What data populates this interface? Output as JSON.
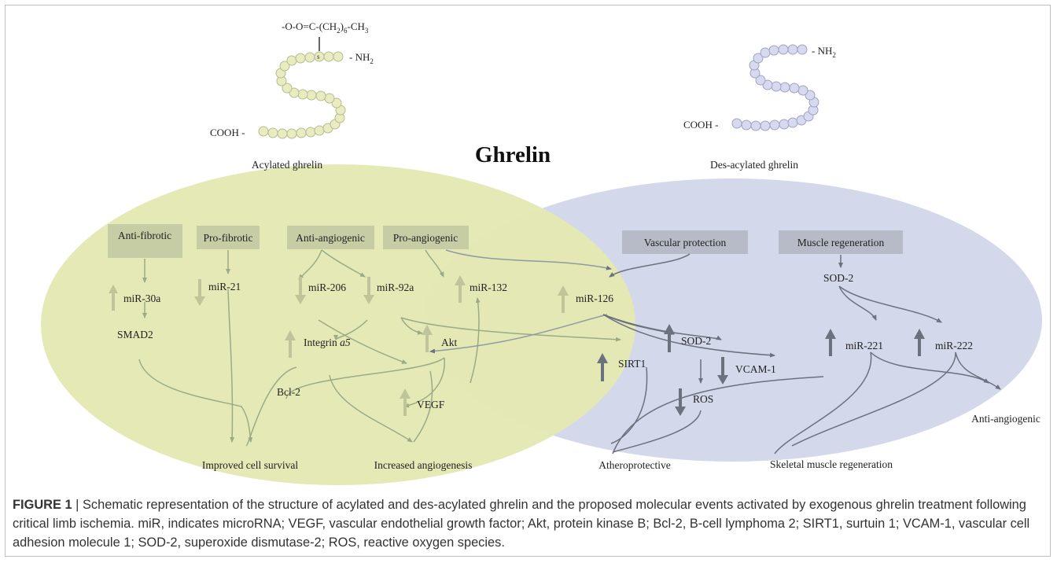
{
  "colors": {
    "green_ellipse": "#e4e8b2",
    "blue_ellipse": "#d3d8ea",
    "green_header": "#c6cca4",
    "blue_header": "#b7bbc8",
    "green_arrow": "#9aab86",
    "grey_arrow": "#6b717d",
    "up_arrow_light": "#bfc49a",
    "up_arrow_dark": "#6b717d",
    "bead_green": "#e8ecc0",
    "bead_blue": "#d7daef"
  },
  "title": "Ghrelin",
  "acylated": {
    "chain": "-O-O=C-(CH",
    "chain_sub1": "2",
    "chain_mid": ")",
    "chain_sub2": "6",
    "chain_end": "-CH",
    "chain_sub3": "3",
    "serine": "s",
    "nh2": "- NH",
    "nh2_sub": "2",
    "cooh": "COOH -",
    "label": "Acylated ghrelin"
  },
  "desacylated": {
    "nh2": "- NH",
    "nh2_sub": "2",
    "cooh": "COOH -",
    "label": "Des-acylated ghrelin"
  },
  "headers": {
    "anti_fibrotic": "Anti-fibrotic",
    "pro_fibrotic": "Pro-fibrotic",
    "anti_angiogenic": "Anti-angiogenic",
    "pro_angiogenic": "Pro-angiogenic",
    "vascular_protection": "Vascular protection",
    "muscle_regeneration": "Muscle regeneration"
  },
  "nodes": {
    "mir30a": "miR-30a",
    "smad2": "SMAD2",
    "mir21": "miR-21",
    "mir206": "miR-206",
    "mir92a": "miR-92a",
    "mir132": "miR-132",
    "integrin": "Integrin ",
    "integrin_alpha": "a5",
    "akt": "Akt",
    "bcl2": "Bcl-2",
    "vegf": "VEGF",
    "mir126": "miR-126",
    "sirt1": "SIRT1",
    "sod2_vasc": "SOD-2",
    "vcam1": "VCAM-1",
    "ros": "ROS",
    "sod2_muscle": "SOD-2",
    "mir221": "miR-221",
    "mir222": "miR-222"
  },
  "outcomes": {
    "cell_survival": "Improved cell survival",
    "angiogenesis": "Increased angiogenesis",
    "atheroprotective": "Atheroprotective",
    "muscle_regen": "Skeletal muscle regeneration",
    "anti_angiogenic": "Anti-angiogenic"
  },
  "caption": {
    "label": "FIGURE 1",
    "text": " | Schematic representation of the structure of acylated and des-acylated ghrelin and the proposed molecular events activated by exogenous ghrelin treatment following critical limb ischemia. miR, indicates microRNA; VEGF, vascular endothelial growth factor; Akt, protein kinase B; Bcl-2, B-cell lymphoma 2; SIRT1, surtuin 1; VCAM-1, vascular cell adhesion molecule 1; SOD-2, superoxide dismutase-2; ROS, reactive oxygen species."
  }
}
